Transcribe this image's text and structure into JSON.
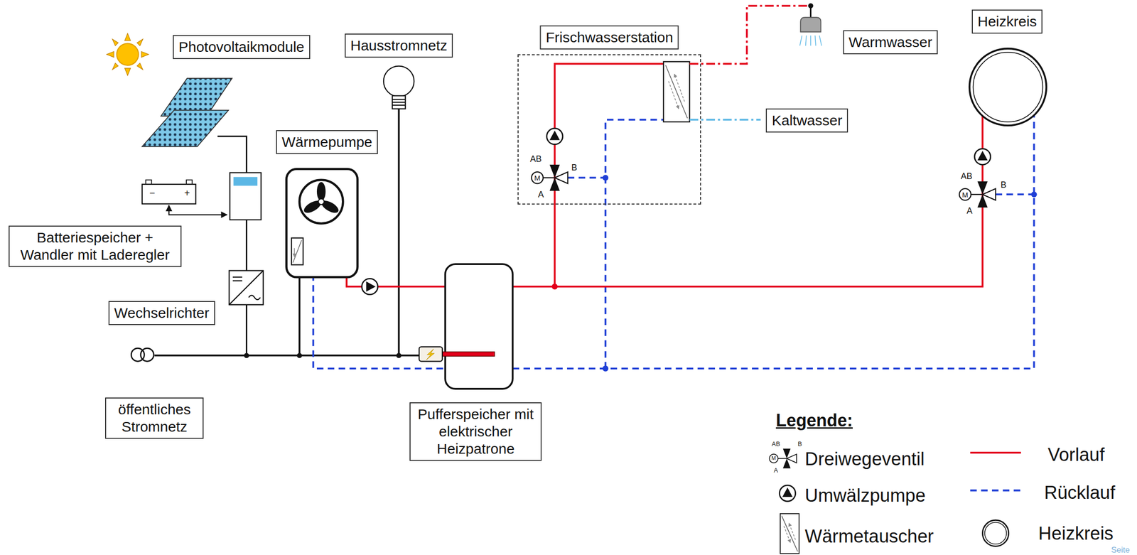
{
  "diagram": {
    "nodes": [
      {
        "text": [
          "Photovoltaikmodule"
        ]
      },
      {
        "text": [
          "Hausstromnetz"
        ]
      },
      {
        "text": [
          "Frischwasserstation"
        ]
      },
      {
        "text": [
          "Warmwasser"
        ]
      },
      {
        "text": [
          "Heizkreis"
        ]
      },
      {
        "text": [
          "Wärmepumpe"
        ]
      },
      {
        "text": [
          "Kaltwasser"
        ]
      },
      {
        "text": [
          "Batteriespeicher + Wandler mit Laderegler"
        ]
      },
      {
        "text": [
          "Wechselrichter"
        ]
      },
      {
        "text": [
          "öffentliches Stromnetz"
        ]
      },
      {
        "text": [
          "Pufferspeicher mit elektrischer Heizpatrone"
        ]
      }
    ],
    "labels": [
      "AB",
      "B",
      "A",
      "M",
      "AB",
      "B",
      "A",
      "M",
      "−",
      "+",
      "Legende:",
      "AB",
      "B",
      "M",
      "A",
      "Seite"
    ],
    "legend": [
      {
        "text": "Dreiwegeventil"
      },
      {
        "text": "Umwälzpumpe"
      },
      {
        "text": "Wärmetauscher"
      },
      {
        "text": "Vorlauf"
      },
      {
        "text": "Rücklauf"
      },
      {
        "text": "Heizkreis"
      }
    ]
  }
}
